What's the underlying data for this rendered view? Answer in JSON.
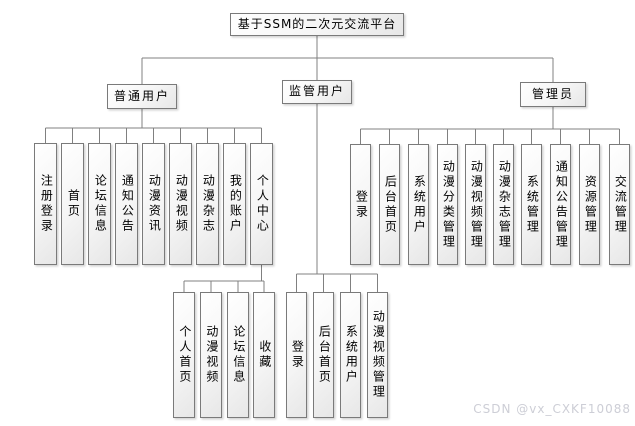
{
  "diagram": {
    "title": "基于SSM的二次元交流平台",
    "branches": [
      {
        "label": "普通用户",
        "children": [
          "注册登录",
          "首页",
          "论坛信息",
          "通知公告",
          "动漫资讯",
          "动漫视频",
          "动漫杂志",
          "我的账户",
          "个人中心"
        ],
        "personal_center_children": [
          "个人首页",
          "动漫视频",
          "论坛信息",
          "收藏"
        ]
      },
      {
        "label": "监管用户",
        "children": [
          "登录",
          "后台首页",
          "系统用户",
          "动漫视频管理"
        ]
      },
      {
        "label": "管理员",
        "children": [
          "登录",
          "后台首页",
          "系统用户",
          "动漫分类管理",
          "动漫视频管理",
          "动漫杂志管理",
          "系统管理",
          "通知公告管理",
          "资源管理",
          "交流管理"
        ]
      }
    ],
    "watermark": "CSDN @vx_CXKF10088",
    "colors": {
      "connector_line": "#808080",
      "box_border": "#7a7a7a",
      "box_fill": "#f0f0f0",
      "watermark_text": "#cdced6"
    }
  }
}
